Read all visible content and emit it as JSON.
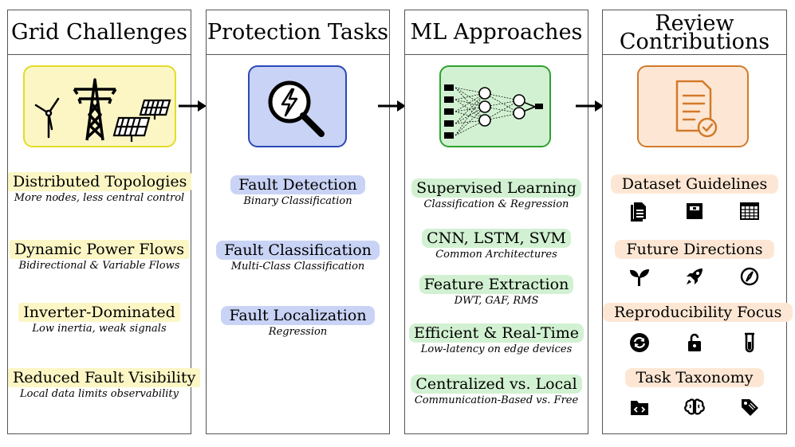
{
  "columns": [
    {
      "title_lines": [
        "Grid Challenges"
      ],
      "items": [
        {
          "label": "Distributed Topologies",
          "sub": "More nodes, less central control"
        },
        {
          "label": "Dynamic Power Flows",
          "sub": "Bidirectional & Variable Flows"
        },
        {
          "label": "Inverter-Dominated",
          "sub": "Low inertia, weak signals"
        },
        {
          "label": "Reduced Fault Visibility",
          "sub": "Local data limits observability"
        }
      ]
    },
    {
      "title_lines": [
        "Protection Tasks"
      ],
      "items": [
        {
          "label": "Fault Detection",
          "sub": "Binary Classification"
        },
        {
          "label": "Fault Classification",
          "sub": "Multi-Class Classification"
        },
        {
          "label": "Fault Localization",
          "sub": "Regression"
        }
      ]
    },
    {
      "title_lines": [
        "ML Approaches"
      ],
      "items": [
        {
          "label": "Supervised Learning",
          "sub": "Classification & Regression"
        },
        {
          "label": "CNN, LSTM, SVM",
          "sub": "Common Architectures"
        },
        {
          "label": "Feature Extraction",
          "sub": "DWT, GAF, RMS"
        },
        {
          "label": "Efficient & Real-Time",
          "sub": "Low-latency on edge devices"
        },
        {
          "label": "Centralized vs. Local",
          "sub": "Communication-Based vs. Free"
        }
      ]
    },
    {
      "title_lines": [
        "Review",
        "Contributions"
      ],
      "items": [
        {
          "label": "Dataset Guidelines",
          "icons": [
            "document-icon",
            "save-icon",
            "table-icon"
          ]
        },
        {
          "label": "Future Directions",
          "icons": [
            "sprout-icon",
            "rocket-icon",
            "compass-icon"
          ]
        },
        {
          "label": "Reproducibility Focus",
          "icons": [
            "sync-icon",
            "unlock-icon",
            "test-tube-icon"
          ]
        },
        {
          "label": "Task Taxonomy",
          "icons": [
            "code-folder-icon",
            "brain-icon",
            "tag-icon"
          ]
        }
      ]
    }
  ],
  "colors": {
    "challenge_box_fill": "#fbf6c4",
    "challenge_box_stroke": "#e3dc2a",
    "task_box_fill": "#c9d3f5",
    "task_box_stroke": "#2a48b8",
    "ml_box_fill": "#d2f1d2",
    "ml_box_stroke": "#2ea12e",
    "contrib_box_fill": "#fde7d4",
    "contrib_box_stroke": "#d27a2c"
  }
}
